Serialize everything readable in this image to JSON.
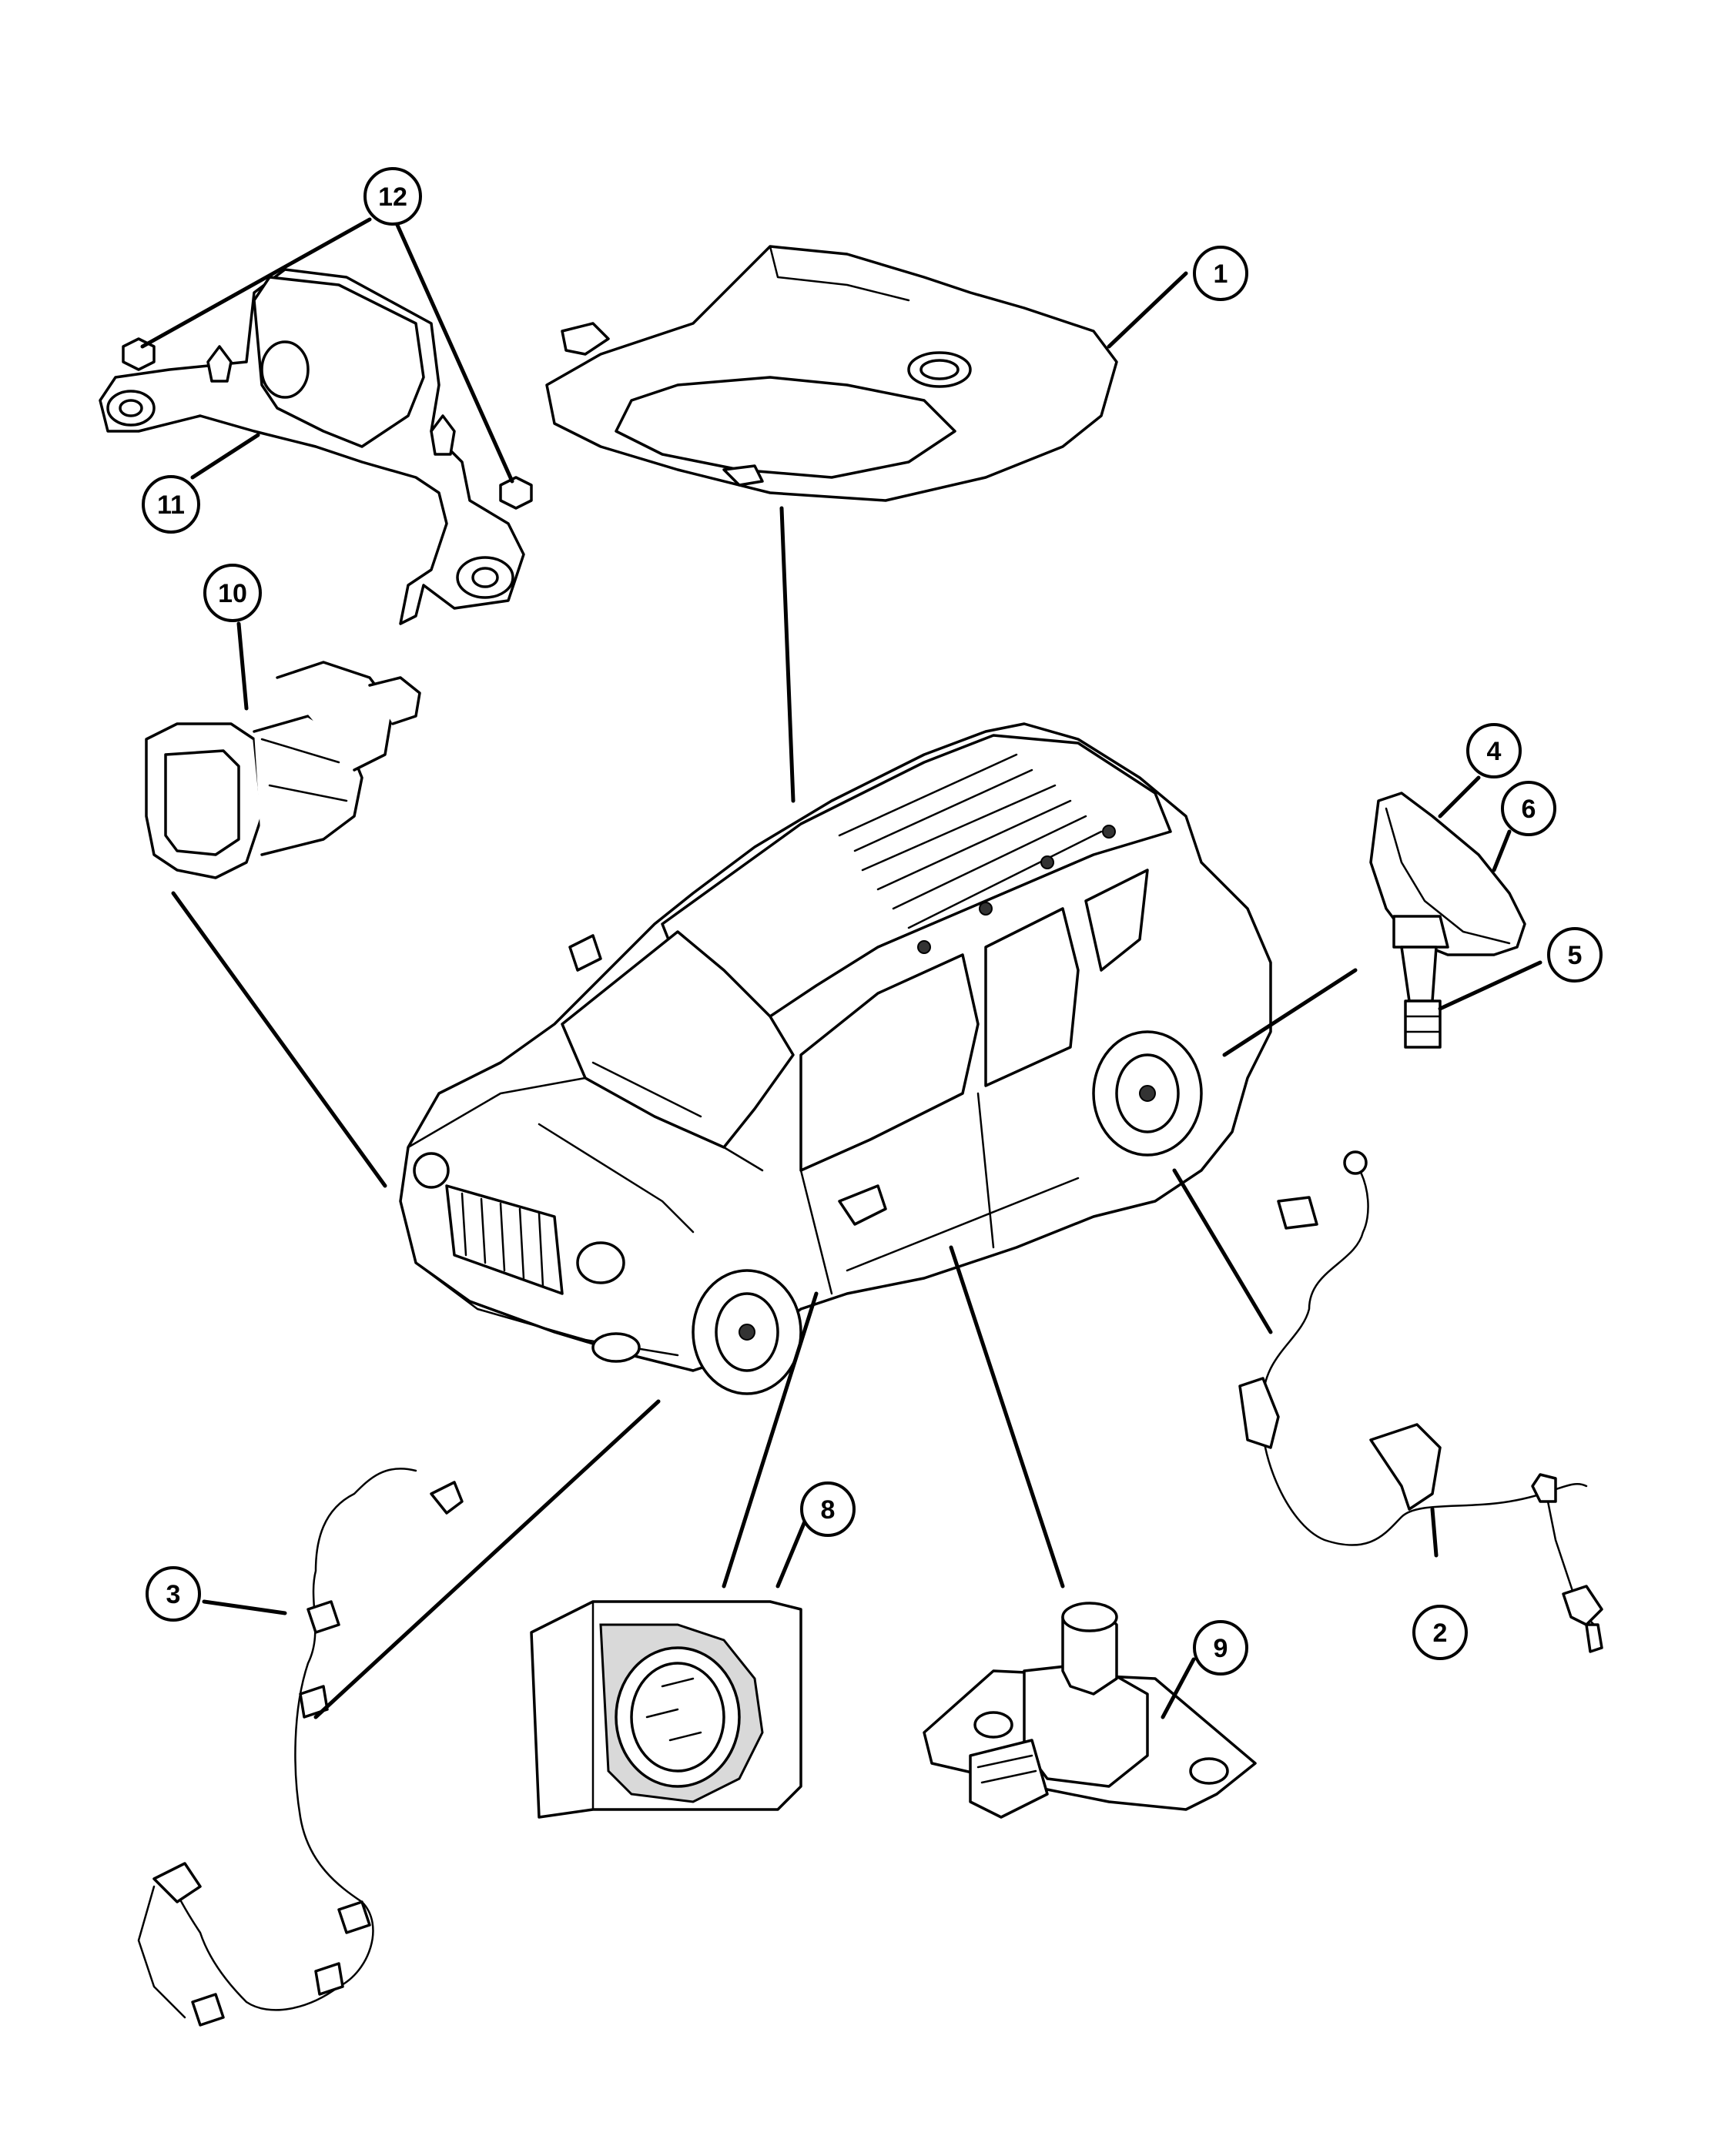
{
  "callouts": [
    {
      "id": "c1",
      "label": "1"
    },
    {
      "id": "c2",
      "label": "2"
    },
    {
      "id": "c3",
      "label": "3"
    },
    {
      "id": "c4",
      "label": "4"
    },
    {
      "id": "c5",
      "label": "5"
    },
    {
      "id": "c6",
      "label": "6"
    },
    {
      "id": "c8",
      "label": "8"
    },
    {
      "id": "c9",
      "label": "9"
    },
    {
      "id": "c10",
      "label": "10"
    },
    {
      "id": "c11",
      "label": "11"
    },
    {
      "id": "c12",
      "label": "12"
    }
  ],
  "parts": {
    "overhead_console": {
      "callout": "1"
    },
    "rear_wheel_speed_sensor": {
      "callout": "2"
    },
    "front_wheel_speed_sensor": {
      "callout": "3"
    },
    "tire_pressure_sensor": {
      "callout": "4"
    },
    "valve_stem": {
      "callout": "5"
    },
    "sensor_nut": {
      "callout": "6"
    },
    "sensor_connector": {
      "callout": "8"
    },
    "dynamics_sensor": {
      "callout": "9"
    },
    "stop_lamp_switch": {
      "callout": "10"
    },
    "sensor_bracket": {
      "callout": "11"
    },
    "mounting_nuts": {
      "callout": "12"
    }
  },
  "vehicle": {
    "icon": "suv-icon"
  }
}
